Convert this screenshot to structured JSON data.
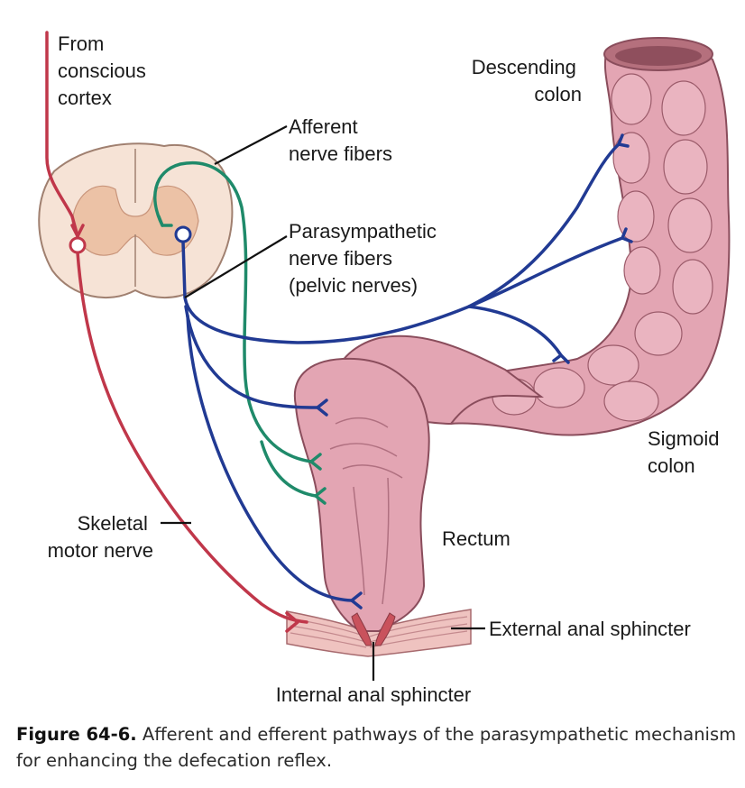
{
  "labels": {
    "conscious_cortex": [
      "From",
      "conscious",
      "cortex"
    ],
    "descending_colon": [
      "Descending",
      "colon"
    ],
    "afferent": [
      "Afferent",
      "nerve fibers"
    ],
    "parasympathetic": [
      "Parasympathetic",
      "nerve fibers",
      "(pelvic nerves)"
    ],
    "sigmoid_colon": [
      "Sigmoid",
      "colon"
    ],
    "skeletal_motor": [
      "Skeletal",
      "motor nerve"
    ],
    "rectum": "Rectum",
    "external_sphincter": "External anal sphincter",
    "internal_sphincter": "Internal anal sphincter"
  },
  "caption": {
    "label": "Figure 64-6.",
    "text": "Afferent and efferent pathways of the parasympathetic mechanism for enhancing the defecation reflex."
  },
  "colors": {
    "skeletal_nerve": "#c0374a",
    "afferent_nerve": "#1f8a6a",
    "parasympathetic_nerve": "#213a93",
    "colon": "#e3a5b3",
    "colon_outline": "#8a4d5c",
    "spinal_cord": "#f6e3d6",
    "grey_matter": "#ecc2a6",
    "sphincter_red": "#c9525c"
  }
}
